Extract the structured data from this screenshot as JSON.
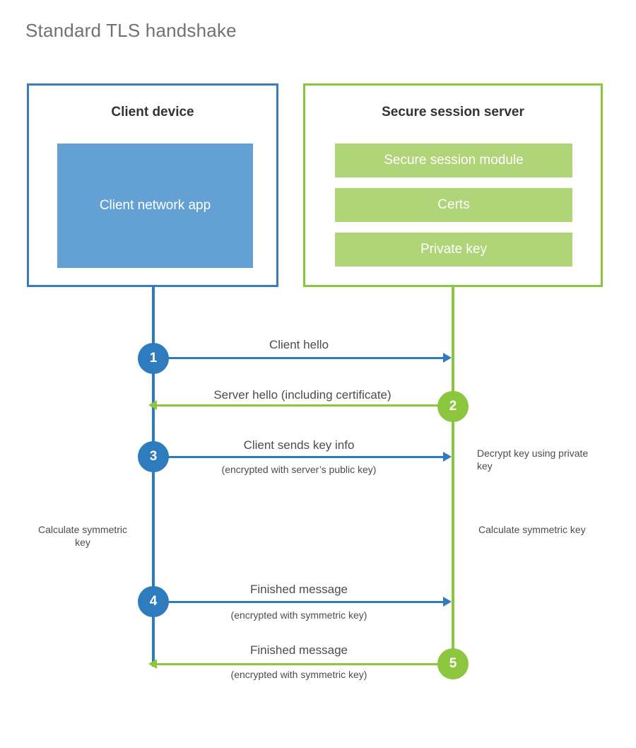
{
  "title": "Standard TLS handshake",
  "colors": {
    "client_border": "#3A7CBE",
    "client_accent": "#2E7CBE",
    "client_block": "#63A0D4",
    "server_border": "#8CC63E",
    "server_accent": "#8CC63E",
    "server_block": "#B0D478",
    "text": "#4a4c4f",
    "title": "#6e7275",
    "background": "#ffffff"
  },
  "client": {
    "title": "Client device",
    "app_label": "Client network app"
  },
  "server": {
    "title": "Secure session server",
    "modules": [
      {
        "label": "Secure session module"
      },
      {
        "label": "Certs"
      },
      {
        "label": "Private key"
      }
    ]
  },
  "steps": [
    {
      "number": "1",
      "direction": "client-to-server",
      "label": "Client hello",
      "sublabel": ""
    },
    {
      "number": "2",
      "direction": "server-to-client",
      "label": "Server hello (including certificate)",
      "sublabel": ""
    },
    {
      "number": "3",
      "direction": "client-to-server",
      "label": "Client sends key info",
      "sublabel": "(encrypted with server’s public key)"
    },
    {
      "number": "4",
      "direction": "client-to-server",
      "label": "Finished message",
      "sublabel": "(encrypted with symmetric key)"
    },
    {
      "number": "5",
      "direction": "server-to-client",
      "label": "Finished message",
      "sublabel": "(encrypted with symmetric key)"
    }
  ],
  "notes": {
    "decrypt_key": "Decrypt key using private key",
    "calculate_symmetric_key_client": "Calculate symmetric key",
    "calculate_symmetric_key_server": "Calculate symmetric key"
  }
}
